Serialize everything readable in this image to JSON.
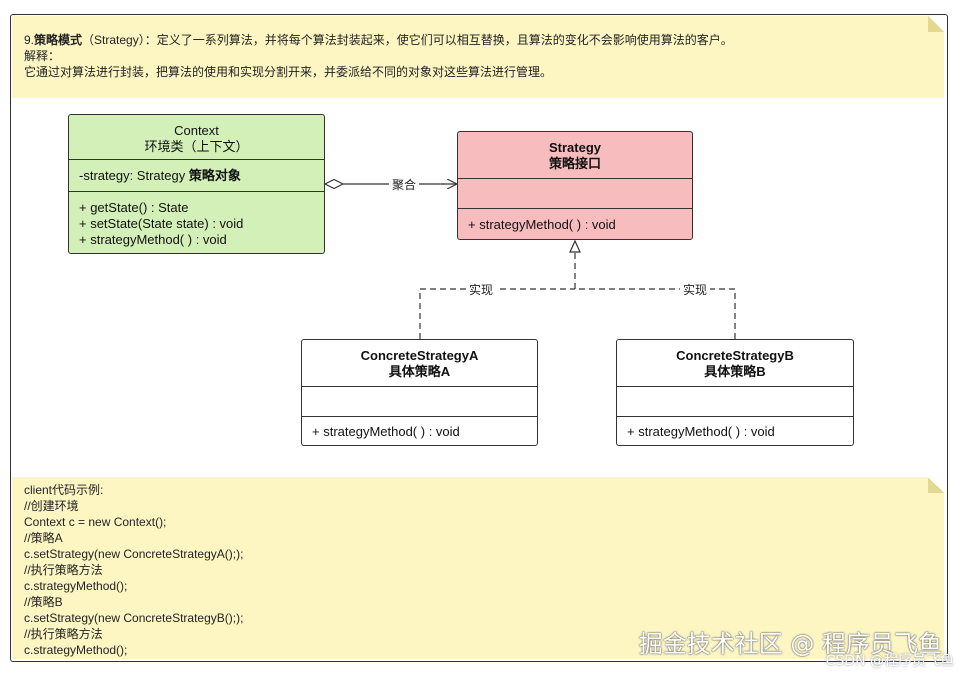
{
  "top_note": {
    "lines": [
      {
        "prefix": "9.",
        "title": "策略模式",
        "rest": "（Strategy）：定义了一系列算法，并将每个算法封装起来，使它们可以相互替换，且算法的变化不会影响使用算法的客户。"
      },
      {
        "text": "解释："
      },
      {
        "text": "它通过对算法进行封装，把算法的使用和实现分割开来，并委派给不同的对象对这些算法进行管理。"
      }
    ]
  },
  "context_class": {
    "name": "Context",
    "subtitle": "环境类（上下文）",
    "attribute_prefix": "-strategy: Strategy ",
    "attribute_note": "策略对象",
    "methods": [
      "+ getState() : State",
      "+ setState(State state) : void",
      "+ strategyMethod( ) : void"
    ]
  },
  "strategy_class": {
    "name": "Strategy",
    "subtitle": "策略接口",
    "methods": [
      "+ strategyMethod( ) : void"
    ]
  },
  "concrete_a": {
    "name": "ConcreteStrategyA",
    "subtitle": "具体策略A",
    "methods": [
      "+ strategyMethod( ) : void"
    ]
  },
  "concrete_b": {
    "name": "ConcreteStrategyB",
    "subtitle": "具体策略B",
    "methods": [
      "+ strategyMethod( ) : void"
    ]
  },
  "relations": {
    "aggregation_label": "聚合",
    "realization_label_a": "实现",
    "realization_label_b": "实现"
  },
  "client_note": {
    "lines": [
      "client代码示例:",
      "//创建环境",
      "Context c = new Context();",
      "//策略A",
      "c.setStrategy(new ConcreteStrategyA(););",
      "//执行策略方法",
      "c.strategyMethod();",
      "//策略B",
      "c.setStrategy(new ConcreteStrategyB(););",
      "//执行策略方法",
      "c.strategyMethod();"
    ]
  },
  "watermark": {
    "main": "掘金技术社区 @ 程序员飞鱼",
    "sub": "CSDN @程序员飞鱼"
  },
  "colors": {
    "note_bg": "#fdf6c3",
    "context_bg": "#d3f0b9",
    "strategy_bg": "#f6bcbe"
  }
}
